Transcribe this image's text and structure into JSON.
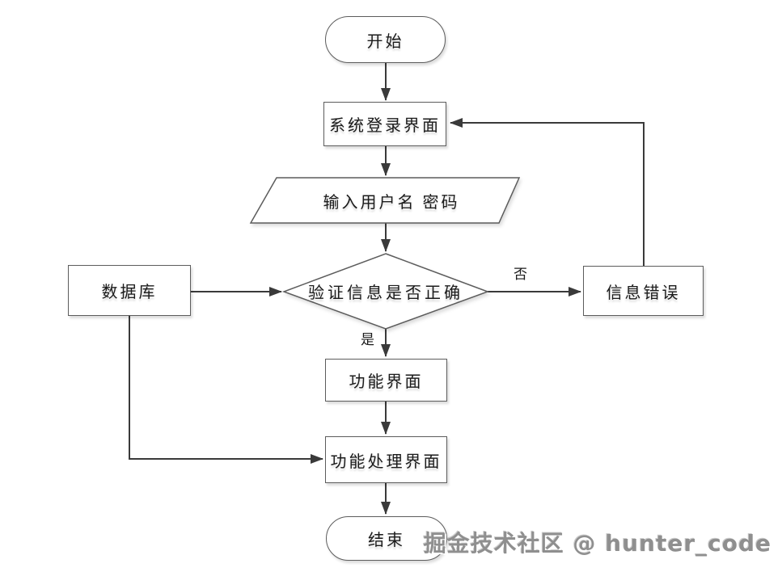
{
  "diagram": {
    "nodes": {
      "start": {
        "label": "开始",
        "shape": "terminator"
      },
      "login": {
        "label": "系统登录界面",
        "shape": "process"
      },
      "input": {
        "label": "输入用户名 密码",
        "shape": "io"
      },
      "verify": {
        "label": "验证信息是否正确",
        "shape": "decision"
      },
      "database": {
        "label": "数据库",
        "shape": "process"
      },
      "error": {
        "label": "信息错误",
        "shape": "process"
      },
      "func": {
        "label": "功能界面",
        "shape": "process"
      },
      "funcProcess": {
        "label": "功能处理界面",
        "shape": "process"
      },
      "end": {
        "label": "结束",
        "shape": "terminator"
      }
    },
    "edge_labels": {
      "no": "否",
      "yes": "是"
    }
  },
  "watermark": "掘金技术社区 @ hunter_code",
  "colors": {
    "line": "#3a3a3a",
    "border": "#5c5c5c",
    "text": "#1b1b1b",
    "watermark_text": "#8f8f8f",
    "background": "#ffffff"
  }
}
